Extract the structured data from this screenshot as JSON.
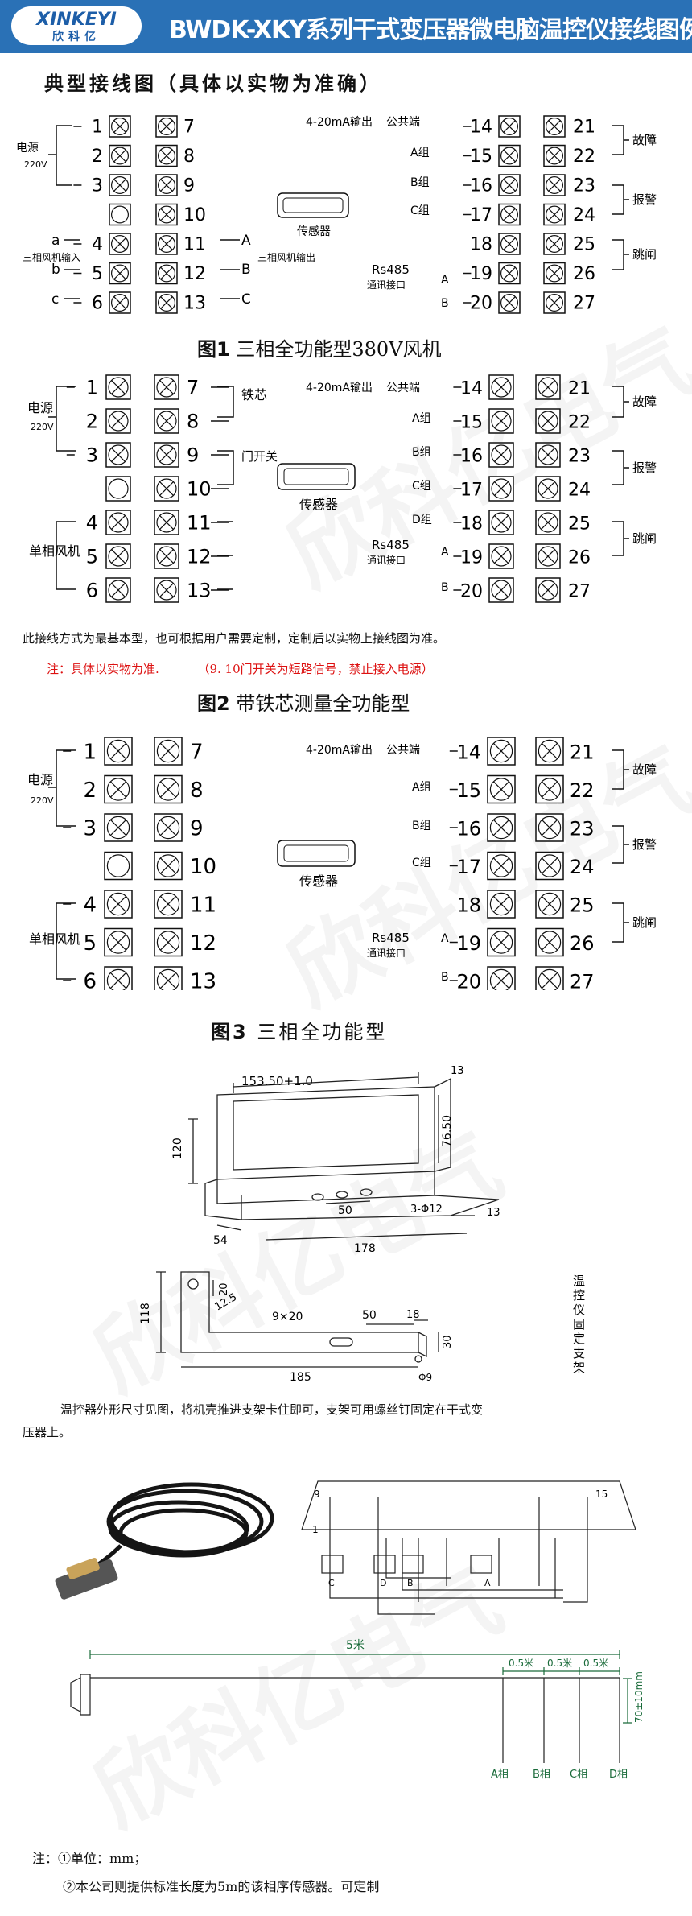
{
  "header": {
    "logo_en": "XINKEYI",
    "logo_cn": "欣科亿",
    "title": "BWDK-XKY系列干式变压器微电脑温控仪接线图例"
  },
  "intro": {
    "heading": "典型接线图（具体以实物为准确）"
  },
  "labels": {
    "power": "电源",
    "voltage": "220V",
    "three_phase_in": "三相风机输入",
    "three_phase_out": "三相风机输出",
    "single_fan": "单相风机",
    "sensor": "传感器",
    "analog_out": "4-20mA输出",
    "common": "公共端",
    "group_a": "A组",
    "group_b": "B组",
    "group_c": "C组",
    "group_d": "D组",
    "fault": "故障",
    "alarm": "报警",
    "trip": "跳闸",
    "rs485": "Rs485",
    "comm": "通讯接口",
    "iron_core": "铁芯",
    "door_switch": "门开关",
    "a": "a",
    "b": "b",
    "c": "c",
    "A": "A",
    "B": "B",
    "C": "C"
  },
  "figures": [
    {
      "num": "图1",
      "name": "三相全功能型380V风机"
    },
    {
      "num": "图2",
      "name": "带铁芯测量全功能型"
    },
    {
      "num": "图3",
      "name": "三相全功能型"
    }
  ],
  "notes": {
    "note1": "此接线方式为最基本型，也可根据用户需要定制，定制后以实物上接线图为准。",
    "note2_a": "注：具体以实物为准.",
    "note2_b": "（9. 10门开关为短路信号，禁止接入电源）"
  },
  "dims": {
    "w153": "153.50+1.0",
    "d13": "13",
    "h120": "120",
    "h76": "76.50",
    "d54": "54",
    "d50": "50",
    "d178": "178",
    "hole": "3-Φ12",
    "side13": "13",
    "h118": "118",
    "d20": "20",
    "r125": "12.5",
    "slot": "9×20",
    "d50b": "50",
    "d18": "18",
    "d185": "185",
    "d30": "30",
    "phi9": "Φ9",
    "bracket": "温控仪固定支架"
  },
  "install_text_1": "温控器外形尺寸见图，将机壳推进支架卡住即可，支架可用螺丝钉固定在干式变",
  "install_text_2": "压器上。",
  "plug": {
    "p1": "1",
    "p9": "9",
    "p15": "15",
    "A": "A",
    "B": "B",
    "C": "C",
    "D": "D"
  },
  "cable": {
    "len5": "5米",
    "s1": "0.5米",
    "s2": "0.5米",
    "s3": "0.5米",
    "probe": "70±10mm",
    "ph_a": "A相",
    "ph_b": "B相",
    "ph_c": "C相",
    "ph_d": "D相"
  },
  "footer": {
    "n1": "注：①单位：mm；",
    "n2": "②本公司则提供标准长度为5m的该相序传感器。可定制"
  },
  "watermark": "欣科亿电气"
}
